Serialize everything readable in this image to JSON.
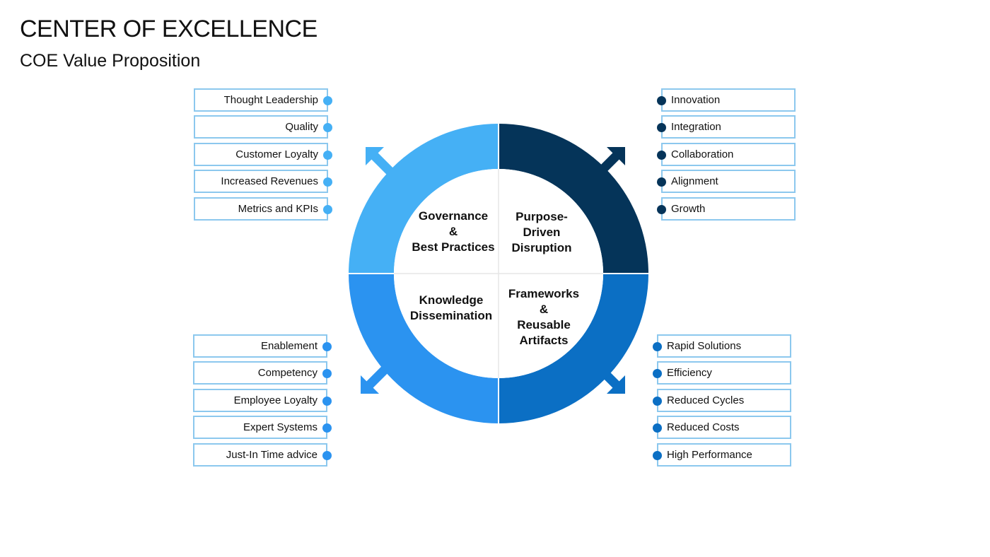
{
  "header": {
    "title": "CENTER OF EXCELLENCE",
    "subtitle": "COE Value Proposition"
  },
  "colors": {
    "light_blue": "#45b0f5",
    "navy": "#053459",
    "medium_blue": "#2b93f0",
    "strong_blue": "#0b6fc4",
    "box_border": "#8cc8ee"
  },
  "quadrants": {
    "top_left": {
      "lines": [
        "Governance",
        "&",
        "Best Practices"
      ],
      "color": "#45b0f5"
    },
    "top_right": {
      "lines": [
        "Purpose-",
        "Driven",
        "Disruption"
      ],
      "color": "#053459"
    },
    "bottom_left": {
      "lines": [
        "Knowledge",
        "Dissemination"
      ],
      "color": "#2b93f0"
    },
    "bottom_right": {
      "lines": [
        "Frameworks",
        "&",
        "Reusable",
        "Artifacts"
      ],
      "color": "#0b6fc4"
    }
  },
  "lists": {
    "top_left": [
      "Thought Leadership",
      "Quality",
      "Customer Loyalty",
      "Increased Revenues",
      "Metrics and KPIs"
    ],
    "top_right": [
      "Innovation",
      "Integration",
      "Collaboration",
      "Alignment",
      "Growth"
    ],
    "bottom_left": [
      "Enablement",
      "Competency",
      "Employee Loyalty",
      "Expert Systems",
      "Just-In Time advice"
    ],
    "bottom_right": [
      "Rapid Solutions",
      "Efficiency",
      "Reduced Cycles",
      "Reduced Costs",
      "High Performance"
    ]
  }
}
